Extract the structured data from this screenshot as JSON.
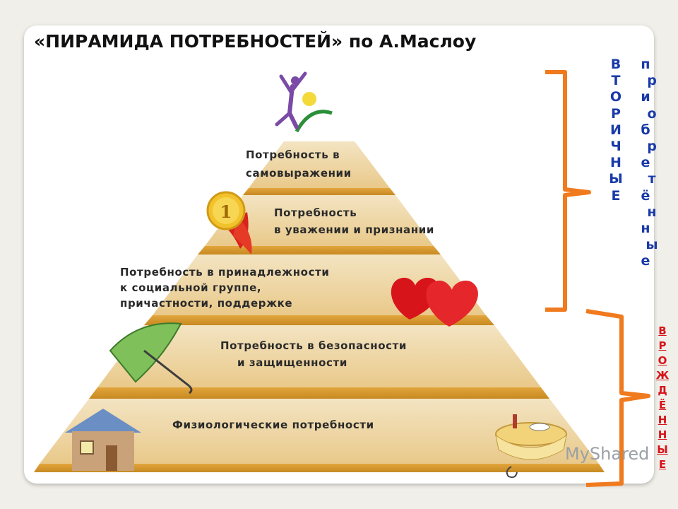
{
  "title": "«ПИРАМИДА ПОТРЕБНОСТЕЙ» по А.Маслоу",
  "levels": [
    {
      "lines": [
        "Потребность в",
        "самовыражении"
      ]
    },
    {
      "lines": [
        "Потребность",
        "в уважении и признании"
      ]
    },
    {
      "lines": [
        "Потребность в принадлежности",
        "к социальной группе,",
        "причастности, поддержке"
      ]
    },
    {
      "lines": [
        "Потребность в безопасности",
        "и защищенности"
      ]
    },
    {
      "lines": [
        "Физиологические потребности"
      ]
    }
  ],
  "badge_number": "1",
  "secondary_label": [
    "В",
    "Т",
    "О",
    "Р",
    "И",
    "Ч",
    "Н",
    "Ы",
    "Е"
  ],
  "acquired_label": [
    "п",
    "р",
    "и",
    "о",
    "б",
    "р",
    "е",
    "т",
    "ё",
    "н",
    "н",
    "ы",
    "е"
  ],
  "innate_label": [
    "В",
    "Р",
    "О",
    "Ж",
    "Д",
    "Ё",
    "Н",
    "Н",
    "Ы",
    "Е"
  ],
  "watermark": "MyShared",
  "colors": {
    "bracket": "#f07a1e",
    "secondary_text": "#1a3aa8",
    "innate_text": "#d8141b",
    "tier_light": "#f1dfb8",
    "tier_dark": "#d9a23d"
  }
}
